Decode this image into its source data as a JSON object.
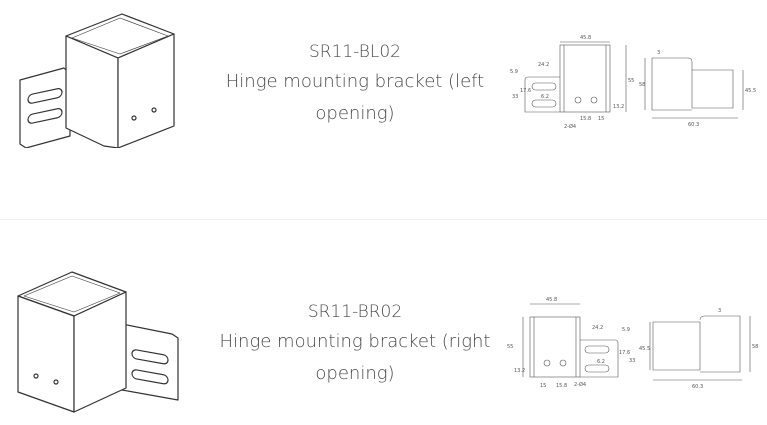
{
  "products": [
    {
      "code": "SR11-BL02",
      "name": "Hinge mounting bracket (left opening)",
      "name_line1": "Hinge mounting bracket (left",
      "name_line2": "opening)",
      "dims": {
        "width": "45.8",
        "flange_w": "24.2",
        "offset": "5.9",
        "height": "33",
        "slot_pitch": "17.6",
        "slot_h": "6.2",
        "hole_h": "13.2",
        "hole_sp": "15.8",
        "hole_edge": "15",
        "hole_d": "2-Ø4",
        "total_h": "55",
        "side_h": "58",
        "side_inner": "45.5",
        "side_w": "60.3",
        "thick": "3"
      }
    },
    {
      "code": "SR11-BR02",
      "name": "Hinge mounting bracket (right opening)",
      "name_line1": "Hinge mounting bracket (right",
      "name_line2": "opening)",
      "dims": {
        "width": "45.8",
        "flange_w": "24.2",
        "offset": "5.9",
        "height": "33",
        "slot_pitch": "17.6",
        "slot_h": "6.2",
        "hole_h": "13.2",
        "hole_sp": "15.8",
        "hole_edge": "15",
        "hole_d": "2-Ø4",
        "total_h": "55",
        "side_h": "58",
        "side_inner": "45.5",
        "side_w": "60.3",
        "thick": "3"
      }
    }
  ]
}
